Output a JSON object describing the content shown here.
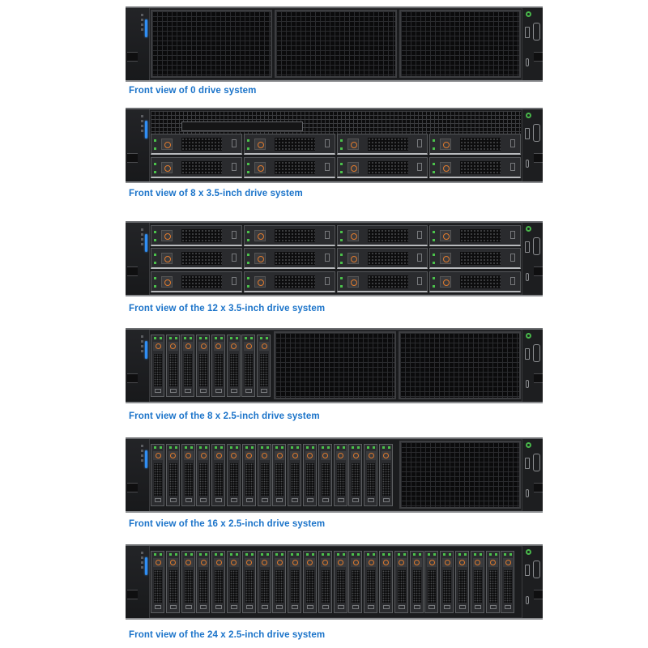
{
  "colors": {
    "caption": "#1a73c9",
    "chassis": "#1b1c1e",
    "power_led": "#49b74a",
    "status_bar": "#2f8ef5",
    "drive_knob": "#e07b2e"
  },
  "figures": [
    {
      "caption": "Front view of 0 drive system",
      "drives": 0,
      "type": "blank"
    },
    {
      "caption": "Front view of 8 x 3.5-inch drive system",
      "drives": 8,
      "type": "3.5-inch"
    },
    {
      "caption": "Front view of the 12 x 3.5-inch drive system",
      "drives": 12,
      "type": "3.5-inch"
    },
    {
      "caption": "Front view of the 8 x 2.5-inch drive system",
      "drives": 8,
      "type": "2.5-inch"
    },
    {
      "caption": "Front view of the 16 x 2.5-inch drive system",
      "drives": 16,
      "type": "2.5-inch"
    },
    {
      "caption": "Front view of the 24 x 2.5-inch drive system",
      "drives": 24,
      "type": "2.5-inch"
    }
  ],
  "icons": {
    "power": "power-button-icon",
    "usb": "usb-port-icon",
    "vga": "vga-port-icon",
    "usbc": "usb-c-port-icon",
    "status": "status-led-icon"
  }
}
